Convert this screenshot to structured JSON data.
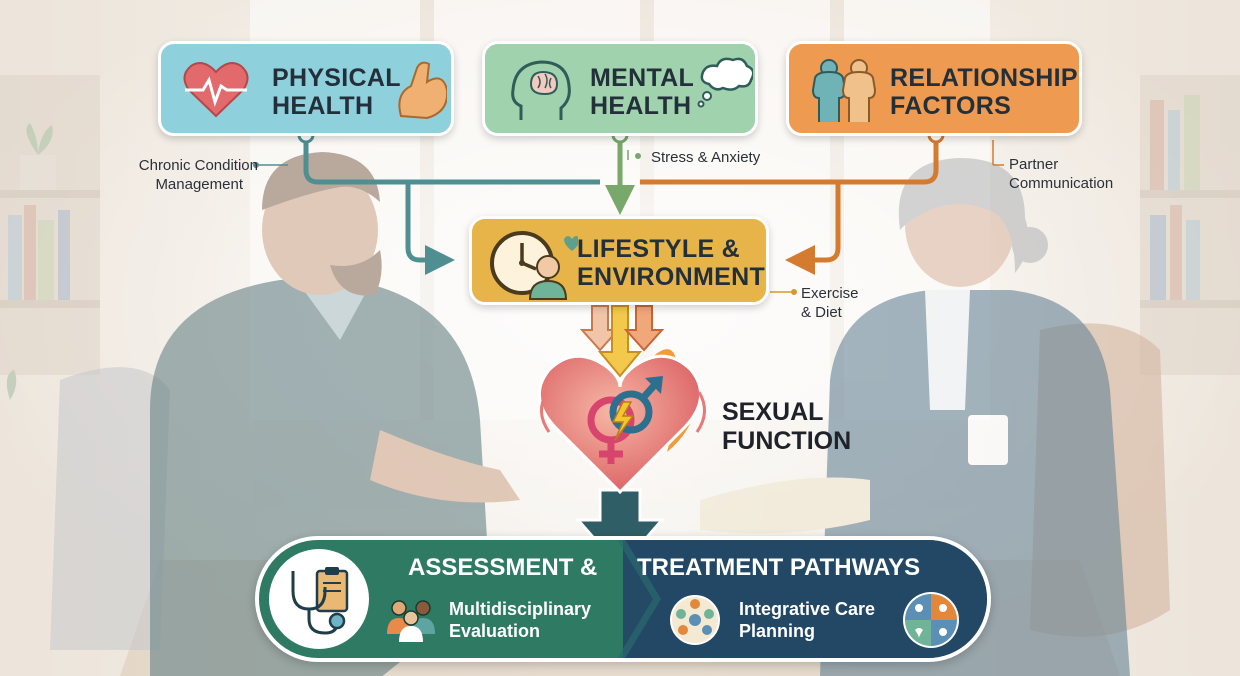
{
  "colors": {
    "physical": "#8fd0dd",
    "mental": "#9fd2ad",
    "relationship": "#ee9a50",
    "lifestyle": "#e6b448",
    "heart": "#e8787a",
    "assessment": "#2f7a63",
    "treatment": "#244a66",
    "connector_teal": "#4f8f92",
    "connector_green": "#78a86a",
    "connector_orange": "#d57b2f"
  },
  "factors": {
    "physical": {
      "line1": "PHYSICAL",
      "line2": "HEALTH",
      "note_line1": "Chronic Condition",
      "note_line2": "Management",
      "icons": [
        "heart-pulse-icon",
        "flexed-arm-icon"
      ]
    },
    "mental": {
      "line1": "MENTAL",
      "line2": "HEALTH",
      "note": "Stress & Anxiety",
      "icons": [
        "brain-head-icon",
        "thought-cloud-icon"
      ]
    },
    "relationship": {
      "line1": "RELATIONSHIP",
      "line2": "FACTORS",
      "note_line1": "Partner",
      "note_line2": "Communication",
      "icons": [
        "couple-icon"
      ]
    },
    "lifestyle": {
      "line1": "LIFESTYLE &",
      "line2": "ENVIRONMENT",
      "note_line1": "Exercise",
      "note_line2": "& Diet",
      "icons": [
        "clock-icon",
        "person-icon"
      ]
    }
  },
  "center": {
    "line1": "SEXUAL",
    "line2": "FUNCTION",
    "icons": [
      "heart-flame-icon",
      "gender-symbols-icon"
    ]
  },
  "pathway": {
    "left_title": "ASSESSMENT &",
    "right_title": "TREATMENT PATHWAYS",
    "left_item_line1": "Multidisciplinary",
    "left_item_line2": "Evaluation",
    "right_item_line1": "Integrative Care",
    "right_item_line2": "Planning",
    "icons": [
      "stethoscope-clipboard-icon",
      "care-team-icon",
      "care-wheel-icon",
      "care-quadrants-icon"
    ]
  }
}
